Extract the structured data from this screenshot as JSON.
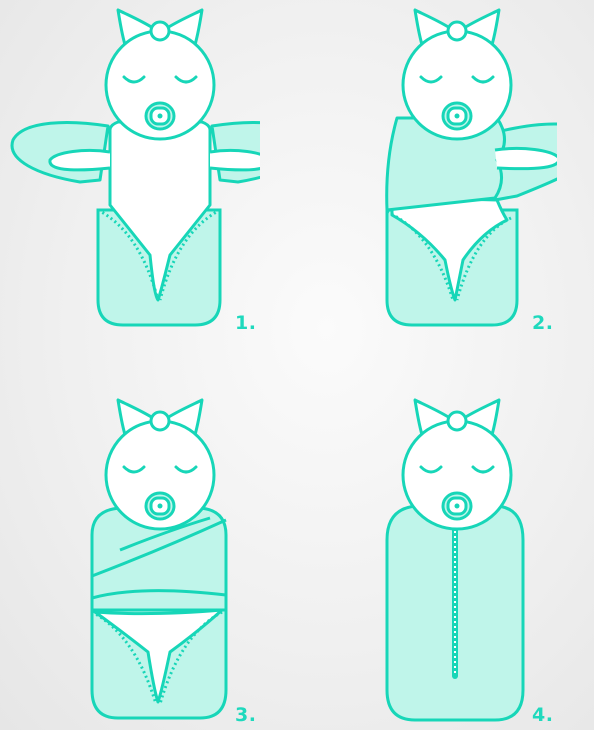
{
  "colors": {
    "outline": "#17d6b8",
    "fill": "#bff5ea",
    "background": "#efefef"
  },
  "steps": [
    {
      "label": "1."
    },
    {
      "label": "2."
    },
    {
      "label": "3."
    },
    {
      "label": "4."
    }
  ]
}
